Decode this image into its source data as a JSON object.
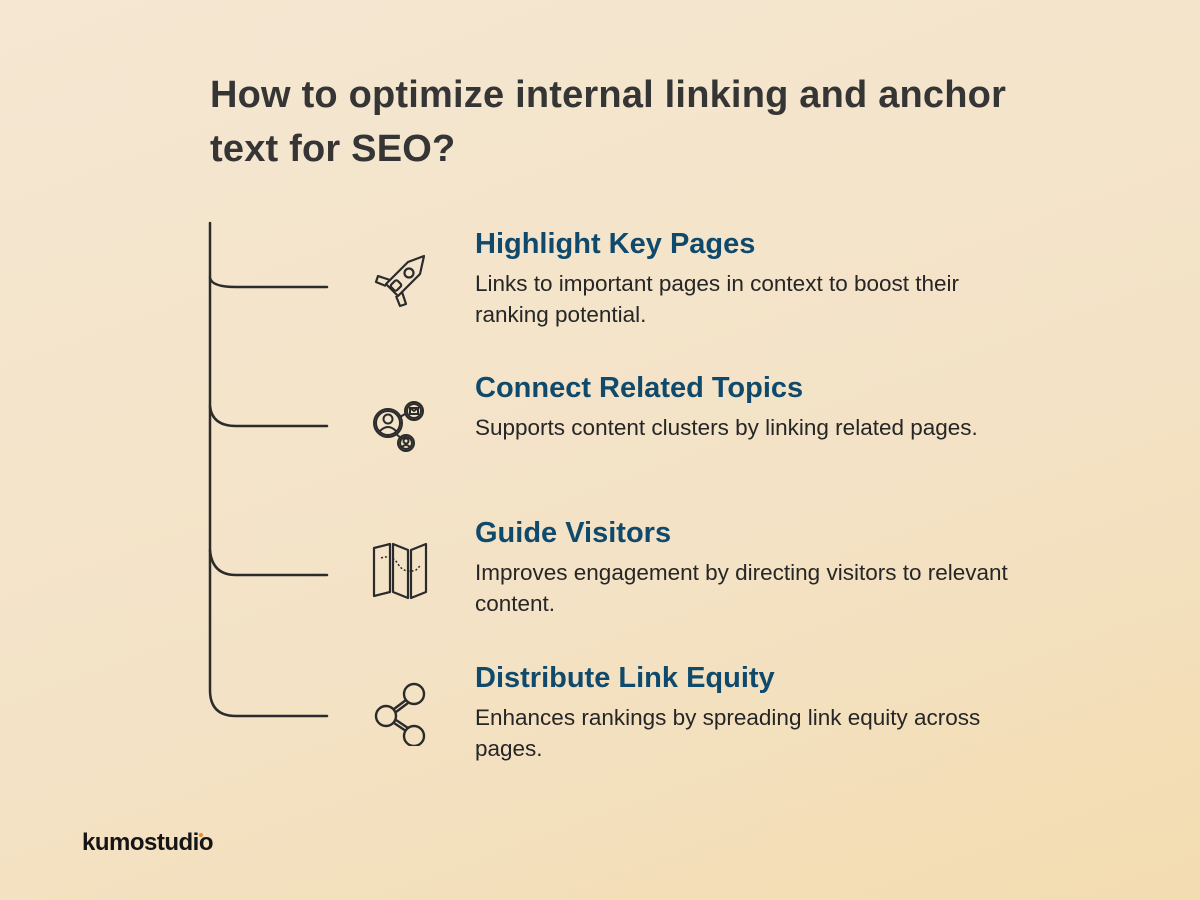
{
  "title": "How to optimize internal linking and anchor text for SEO?",
  "colors": {
    "background_start": "#f5e7d2",
    "background_end": "#f3dcb0",
    "title": "#353535",
    "heading": "#0f4a6c",
    "body": "#262626",
    "line": "#2b2b2b",
    "logo_accent": "#f08a2a"
  },
  "items": [
    {
      "icon": "rocket-icon",
      "heading": "Highlight Key Pages",
      "description": "Links to important pages in context to boost their ranking potential."
    },
    {
      "icon": "network-connections-icon",
      "heading": "Connect Related Topics",
      "description": "Supports content clusters by linking related pages."
    },
    {
      "icon": "folded-map-icon",
      "heading": "Guide Visitors",
      "description": "Improves engagement by directing visitors to relevant content."
    },
    {
      "icon": "share-nodes-icon",
      "heading": "Distribute Link Equity",
      "description": "Enhances rankings by spreading link equity across pages."
    }
  ],
  "brand": {
    "logo_text": "kumostudio"
  }
}
